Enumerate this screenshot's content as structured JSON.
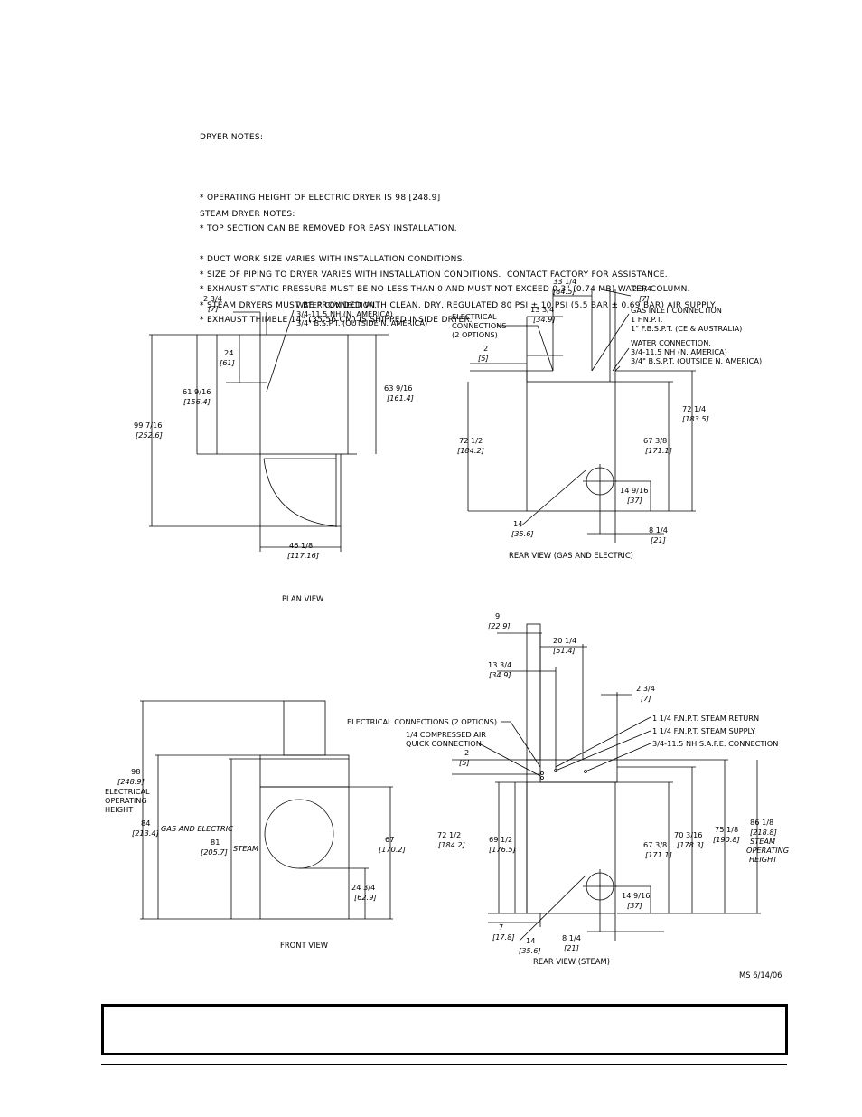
{
  "dryer_notes": {
    "heading": "DRYER NOTES:",
    "items": [
      "* OPERATING HEIGHT OF ELECTRIC DRYER IS 98 [248.9]",
      "* TOP SECTION CAN BE REMOVED FOR EASY INSTALLATION.",
      "* DUCT WORK SIZE VARIES WITH INSTALLATION CONDITIONS.",
      "* EXHAUST STATIC PRESSURE MUST BE NO LESS THAN 0 AND MUST NOT EXCEED 0.3\" (0.74 mb) WATER COLUMN.",
      "* EXHAUST THIMBLE 14\" (35.56 cm) IS SHIPPED INSIDE DRYER."
    ]
  },
  "steam_notes": {
    "heading": "STEAM DRYER NOTES:",
    "items": [
      "* SIZE OF PIPING TO DRYER VARIES WITH INSTALLATION CONDITIONS.  CONTACT FACTORY FOR ASSISTANCE.",
      "* STEAM DRYERS MUST BE PROVIDED WITH CLEAN, DRY, REGULATED 80 PSI ± 10 PSI (5.5 BAR ± 0.69 BAR) AIR SUPPLY."
    ]
  },
  "plan_view": {
    "title": "PLAN VIEW",
    "dim_2_3_4": "2 3/4",
    "dim_2_3_4_m": "[7]",
    "water_callout": [
      "WATER CONNECTION.",
      "3/4-11.5 NH (N. AMERICA)",
      "3/4\" B.S.P.T. (OUTSIDE N. AMERICA)"
    ],
    "dim_24": "24",
    "dim_24_m": "[61]",
    "dim_61": "61 9/16",
    "dim_61_m": "[156.4]",
    "dim_63": "63 9/16",
    "dim_63_m": "[161.4]",
    "dim_99": "99 7/16",
    "dim_99_m": "[252.6]",
    "dim_46": "46 1/8",
    "dim_46_m": "[117.16]"
  },
  "rear_gas": {
    "title": "REAR VIEW (GAS AND ELECTRIC)",
    "dim_33": "33 1/4",
    "dim_33_m": "[84.5]",
    "dim_2_3_4": "2 3/4",
    "dim_2_3_4_m": "[7]",
    "dim_13": "13 3/4",
    "dim_13_m": "[34.9]",
    "elec_callout": [
      "ELECTRICAL",
      "CONNECTIONS",
      "(2 OPTIONS)"
    ],
    "gas_callout": [
      "GAS INLET CONNECTION",
      "1 F.N.P.T.",
      "1\" F.B.S.P.T. (CE & AUSTRALIA)"
    ],
    "water_callout": [
      "WATER CONNECTION.",
      "3/4-11.5 NH (N. AMERICA)",
      "3/4\" B.S.P.T. (OUTSIDE N. AMERICA)"
    ],
    "dim_2": "2",
    "dim_2_m": "[5]",
    "dim_72_1_2": "72 1/2",
    "dim_72_1_2_m": "[184.2]",
    "dim_67": "67 3/8",
    "dim_67_m": "[171.1]",
    "dim_72_1_4": "72 1/4",
    "dim_72_1_4_m": "[183.5]",
    "dim_14_9": "14 9/16",
    "dim_14_9_m": "[37]",
    "dim_14": "14",
    "dim_14_m": "[35.6]",
    "dim_8": "8 1/4",
    "dim_8_m": "[21]"
  },
  "front_view": {
    "title": "FRONT VIEW",
    "dim_98": "98",
    "dim_98_m": "[248.9]",
    "elec_height": [
      "ELECTRICAL",
      "OPERATING",
      "HEIGHT"
    ],
    "dim_84": "84",
    "dim_84_m": "[213.4]",
    "gas_electric": "GAS AND ELECTRIC",
    "dim_81": "81",
    "dim_81_m": "[205.7]",
    "steam": "STEAM",
    "dim_67": "67",
    "dim_67_m": "[170.2]",
    "dim_24": "24 3/4",
    "dim_24_m": "[62.9]"
  },
  "rear_steam": {
    "title": "REAR VIEW (STEAM)",
    "dim_9": "9",
    "dim_9_m": "[22.9]",
    "dim_20": "20 1/4",
    "dim_20_m": "[51.4]",
    "dim_13": "13 3/4",
    "dim_13_m": "[34.9]",
    "dim_2_3_4": "2 3/4",
    "dim_2_3_4_m": "[7]",
    "elec_label": "ELECTRICAL CONNECTIONS (2 OPTIONS)",
    "air_label": [
      "1/4 COMPRESSED AIR",
      "QUICK CONNECTION"
    ],
    "dim_2": "2",
    "dim_2_m": "[5]",
    "return_label": "1 1/4 F.N.P.T. STEAM RETURN",
    "supply_label": "1 1/4 F.N.P.T. STEAM SUPPLY",
    "safe_label": "3/4-11.5 NH S.A.F.E. CONNECTION",
    "dim_72": "72 1/2",
    "dim_72_m": "[184.2]",
    "dim_69": "69 1/2",
    "dim_69_m": "[176.5]",
    "dim_67": "67 3/8",
    "dim_67_m": "[171.1]",
    "dim_70": "70 3/16",
    "dim_70_m": "[178.3]",
    "dim_75": "75 1/8",
    "dim_75_m": "[190.8]",
    "dim_86": "86 1/8",
    "dim_86_m": "[218.8]",
    "steam_height": [
      "STEAM",
      "OPERATING",
      "HEIGHT"
    ],
    "dim_14_9": "14 9/16",
    "dim_14_9_m": "[37]",
    "dim_7": "7",
    "dim_7_m": "[17.8]",
    "dim_14": "14",
    "dim_14_m": "[35.6]",
    "dim_8": "8 1/4",
    "dim_8_m": "[21]"
  },
  "signature": "MS 6/14/06"
}
